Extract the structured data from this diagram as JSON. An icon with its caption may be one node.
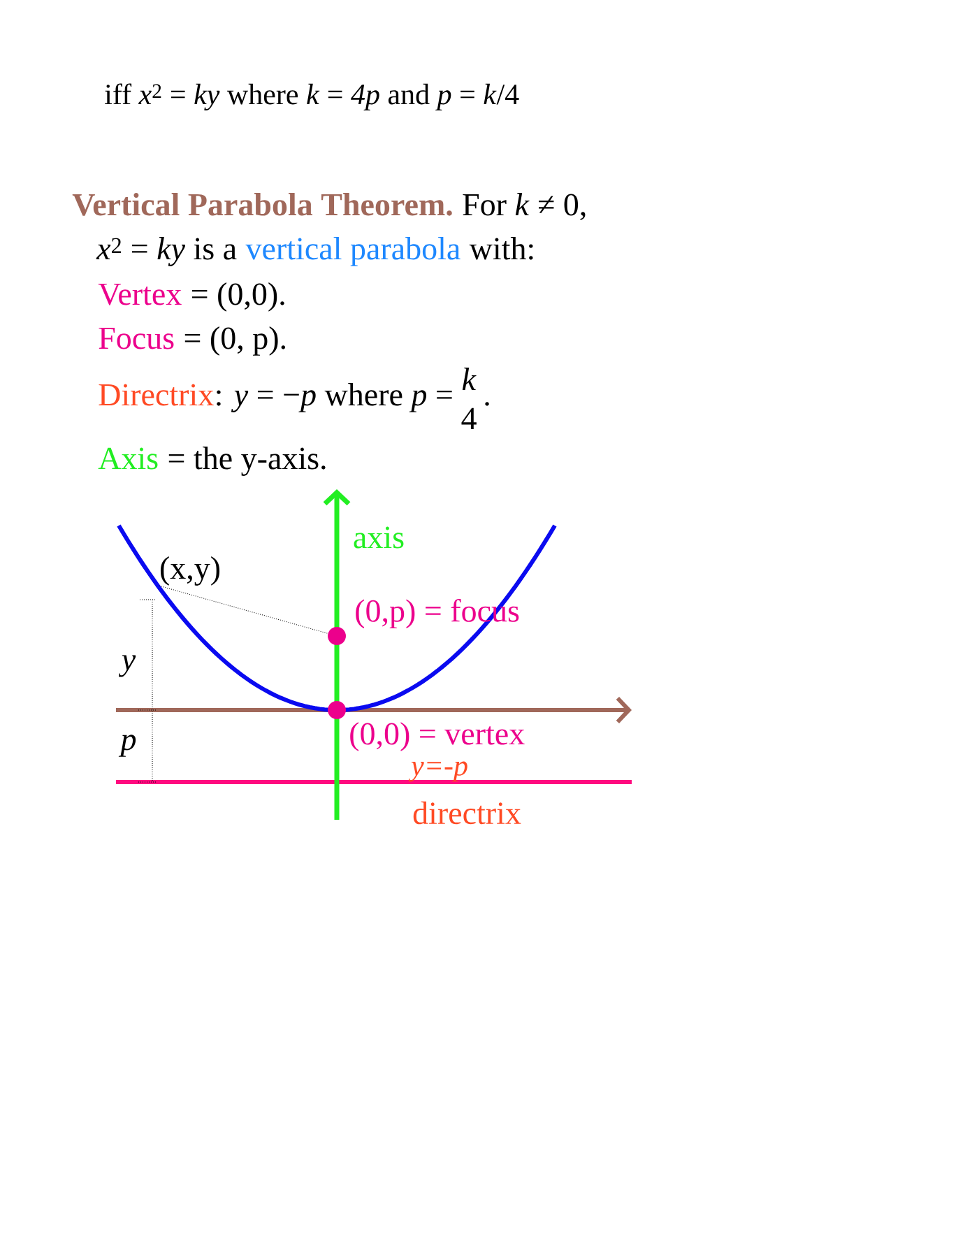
{
  "diagram": {
    "nodes": [
      {
        "text": [
          "(x,y)"
        ]
      },
      {
        "text": [],
        "shape": "circle",
        "beside": [
          "(0,p) = focus"
        ]
      },
      {
        "text": [],
        "shape": "circle",
        "beside": [
          "(0,0) = vertex"
        ]
      }
    ],
    "edges": [
      {
        "from": 0,
        "to": 1,
        "arrow": "none",
        "style": "dashed"
      }
    ],
    "labels": [
      "iff *x*$^{2}$ = *ky* where *k* = *4p* and *p* = *k*/4",
      "Vertical Parabola Theorem.",
      "For *k* ≠ 0,",
      "*x*$^{2}$ = *ky* is a",
      "vertical parabola",
      "with:",
      "Vertex",
      "= (0,0).",
      "Focus",
      "= (0, p).",
      "Directrix",
      ": *y* = −*p* where *p* =",
      "*k*",
      "4",
      ".",
      "Axis",
      "= the y-axis.",
      "axis",
      "*y*",
      "*p*",
      "y=-p",
      "directrix"
    ]
  }
}
